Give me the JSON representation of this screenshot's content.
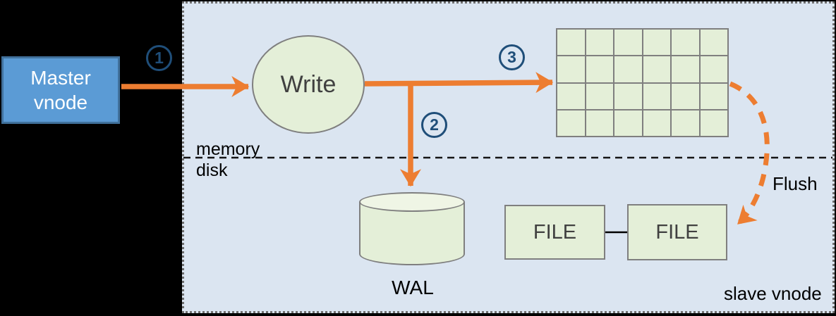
{
  "colors": {
    "orange_accent": "#ed7d31",
    "panel_fill": "#dbe5f1",
    "dotted_border": "#6e6e6e",
    "master_fill": "#5b9bd5",
    "master_border": "#41719c",
    "node_fill": "#e4efd8",
    "cyl_top_fill": "#eff5e5",
    "node_border": "#7f7f7f",
    "badge_blue": "#1f4e79"
  },
  "master_box": {
    "label": "Master\nvnode"
  },
  "write_node": {
    "label": "Write"
  },
  "step_badges": [
    {
      "number": "1"
    },
    {
      "number": "2"
    },
    {
      "number": "3"
    }
  ],
  "mem_table": {
    "rows": 4,
    "cols": 6
  },
  "wal": {
    "label": "WAL"
  },
  "files": [
    {
      "label": "FILE"
    },
    {
      "label": "FILE"
    }
  ],
  "labels": {
    "memory": "memory",
    "disk": "disk",
    "flush": "Flush",
    "slave_vnode": "slave vnode"
  }
}
